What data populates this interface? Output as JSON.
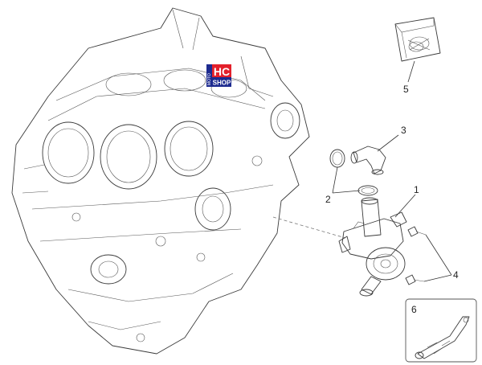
{
  "logo": {
    "line1": "HC",
    "line2": "SHOP",
    "side_text": "MOTO",
    "colors": {
      "red": "#e3202b",
      "blue": "#1d2b8f"
    }
  },
  "callouts": [
    {
      "id": "1",
      "label": "1"
    },
    {
      "id": "2",
      "label": "2"
    },
    {
      "id": "3",
      "label": "3"
    },
    {
      "id": "4",
      "label": "4"
    },
    {
      "id": "5",
      "label": "5"
    },
    {
      "id": "6",
      "label": "6"
    }
  ]
}
